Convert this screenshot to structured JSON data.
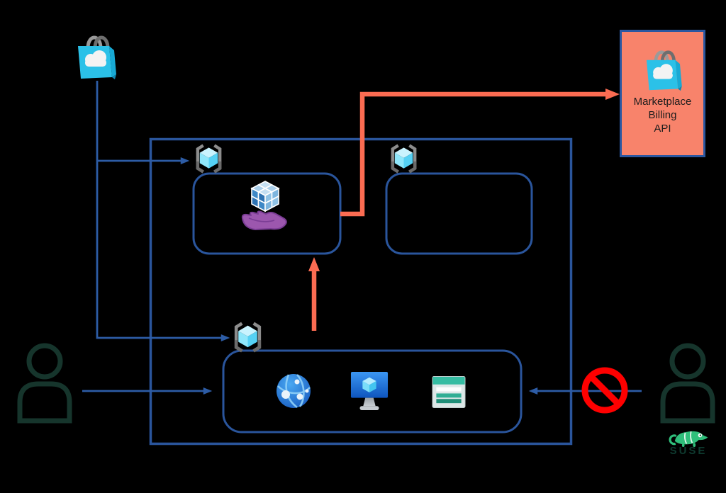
{
  "title": "Azure Marketplace managed application architecture diagram",
  "colors": {
    "background": "#000000",
    "line_blue": "#2D5CA5",
    "box_blue": "#2A559C",
    "arrow_red": "#FB6C52",
    "billing_box_fill": "#F8836B",
    "billing_box_border": "#2B57A0",
    "billing_text": "#1C1C1C",
    "prohibition_red": "#FE0000",
    "person_green": "#16352C",
    "suse_green": "#2FBF7B",
    "suse_text_green": "#0E3A2F",
    "marketplace_cyan": "#2BC1E8"
  },
  "nodes": {
    "marketplace_bag": {
      "icon": "azure-marketplace-bag-icon"
    },
    "billing_api": {
      "label": "Marketplace\nBilling\nAPI",
      "icon": "azure-marketplace-bag-icon"
    },
    "managed_app_box": {
      "icon": "kubernetes-service-icon",
      "label": ""
    },
    "empty_box": {
      "label": ""
    },
    "resources_box": {
      "icons": [
        "app-service-icon",
        "virtual-machine-icon",
        "table-list-icon"
      ],
      "label": ""
    },
    "container_badges": [
      "container-instance-icon",
      "container-instance-icon",
      "container-instance-icon"
    ],
    "left_user": {
      "icon": "person-icon"
    },
    "right_user": {
      "icon": "person-icon"
    },
    "denied": {
      "icon": "prohibition-icon"
    },
    "suse": {
      "wordmark": "SUSE",
      "icon": "suse-chameleon-icon"
    }
  },
  "edges": [
    {
      "from": "marketplace-bag",
      "to": "container-badge-1",
      "color": "blue",
      "style": "elbow-arrow"
    },
    {
      "from": "marketplace-bag",
      "to": "container-badge-3",
      "color": "blue",
      "style": "elbow-arrow"
    },
    {
      "from": "left-user",
      "to": "resources-box",
      "color": "blue",
      "style": "arrow-right"
    },
    {
      "from": "right-user",
      "to": "resources-box",
      "color": "blue",
      "style": "arrow-left-blocked"
    },
    {
      "from": "managed-app-box",
      "to": "billing-api",
      "color": "red",
      "style": "elbow-arrow"
    },
    {
      "from": "resources-box-area",
      "to": "managed-app-box",
      "color": "red",
      "style": "arrow-up"
    }
  ]
}
